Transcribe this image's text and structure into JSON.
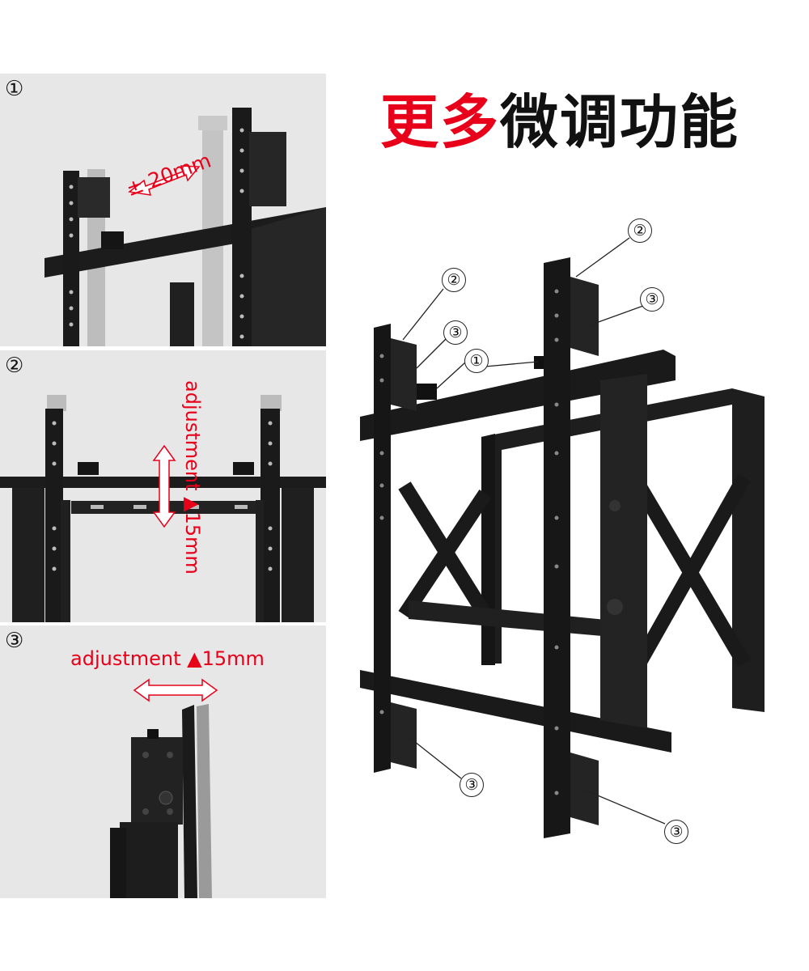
{
  "title": {
    "highlight": "更多",
    "rest": "微调功能"
  },
  "panels": [
    {
      "badge": "①",
      "label": "± 20mm"
    },
    {
      "badge": "②",
      "label": "adjustment ▲15mm"
    },
    {
      "badge": "③",
      "label": "adjustment ▲15mm"
    }
  ],
  "callouts": [
    "②",
    "③",
    "①",
    "②",
    "③",
    "③",
    "③"
  ],
  "colors": {
    "accent": "#e8001a",
    "metal": "#1a1a1a",
    "panel_bg": "#e7e7e7"
  }
}
